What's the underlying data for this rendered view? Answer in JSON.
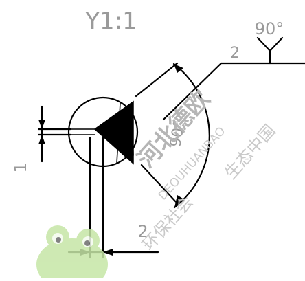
{
  "drawing": {
    "scale_label": "Y1:1",
    "angle_symbol_label": "90°",
    "weld_leader_dim": "2",
    "arc_angle_label": "90°",
    "left_gap_dim": "1",
    "bottom_dim": "2"
  },
  "watermark": {
    "brand_cn": "河北德欧",
    "brand_pinyin": "DEOUHUANBAO",
    "slogan_a": "环保社会",
    "slogan_b": "生态中国"
  }
}
